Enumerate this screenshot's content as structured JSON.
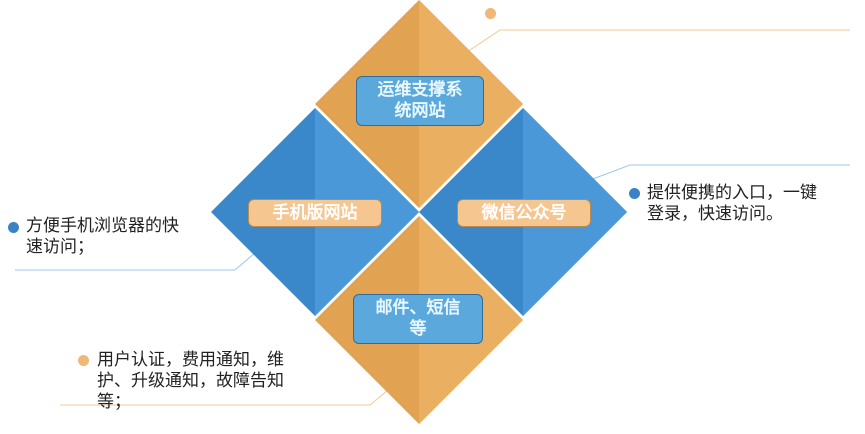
{
  "diamonds": {
    "top": {
      "label": "运维支撑系\n统网站",
      "color": "#e1a351"
    },
    "left": {
      "label": "手机版网站",
      "color": "#3f8fd0"
    },
    "right": {
      "label": "微信公众号",
      "color": "#3f8fd0"
    },
    "bottom": {
      "label": "邮件、短信\n等",
      "color": "#e1a351"
    }
  },
  "descriptions": {
    "left": {
      "text": "方便手机浏览器的快\n速访问；",
      "dot_color": "#3b82c4"
    },
    "right": {
      "text": "提供便携的入口，一键\n登录，快速访问。",
      "dot_color": "#3b82c4"
    },
    "bottom": {
      "text": "用户认证，费用通知，维\n护、升级通知，故障告知\n等；",
      "dot_color": "#f0b878"
    },
    "top": {
      "text": "",
      "dot_color": "#f0b878"
    }
  }
}
